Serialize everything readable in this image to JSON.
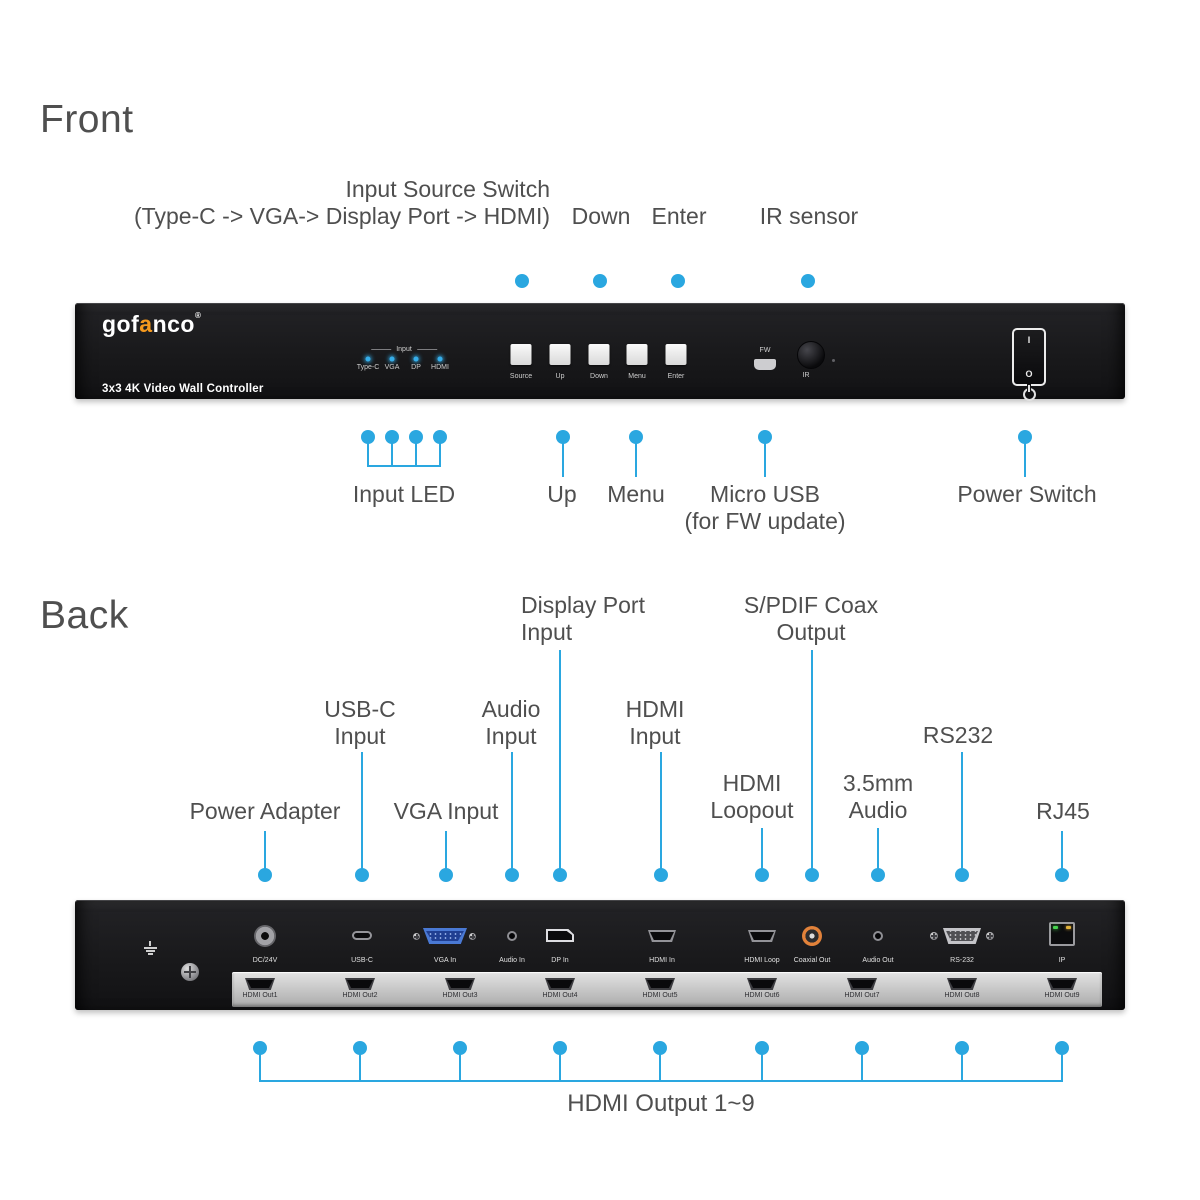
{
  "colors": {
    "accent_blue": "#2aa7e0",
    "panel_black": "#19191b",
    "logo_accent_orange": "#f5991e",
    "vga_blue": "#4a79d4",
    "coax_orange": "#e2823a",
    "led_blue": "#36aeea",
    "rj45_green": "#46d44e",
    "rj45_amber": "#e0b13a"
  },
  "front": {
    "heading": "Front",
    "callouts": {
      "input_source_switch_line1": "Input Source Switch",
      "input_source_switch_line2": "(Type-C -> VGA-> Display Port -> HDMI)",
      "down": "Down",
      "enter": "Enter",
      "ir_sensor": "IR sensor",
      "input_led": "Input LED",
      "up": "Up",
      "menu": "Menu",
      "micro_usb_line1": "Micro USB",
      "micro_usb_line2": "(for FW update)",
      "power_switch": "Power Switch"
    },
    "panel": {
      "logo_part1": "gof",
      "logo_part2": "a",
      "logo_part3": "nco",
      "logo_reg": "®",
      "model": "3x3 4K Video Wall Controller",
      "input_group_label": "Input",
      "led_labels": [
        "Type-C",
        "VGA",
        "DP",
        "HDMI"
      ],
      "buttons": [
        "Source",
        "Up",
        "Down",
        "Menu",
        "Enter"
      ],
      "fw_label": "FW",
      "ir_label": "IR",
      "switch_top": "I",
      "switch_bottom": "O"
    }
  },
  "back": {
    "heading": "Back",
    "callouts": {
      "display_port_line1": "Display Port",
      "display_port_line2": "Input",
      "spdif_line1": "S/PDIF Coax",
      "spdif_line2": "Output",
      "usbc_line1": "USB-C",
      "usbc_line2": "Input",
      "audio_in_line1": "Audio",
      "audio_in_line2": "Input",
      "hdmi_in_line1": "HDMI",
      "hdmi_in_line2": "Input",
      "rs232": "RS232",
      "power_adapter": "Power Adapter",
      "vga_input": "VGA Input",
      "hdmi_loopout_line1": "HDMI",
      "hdmi_loopout_line2": "Loopout",
      "audio_35_line1": "3.5mm",
      "audio_35_line2": "Audio",
      "rj45": "RJ45",
      "hdmi_output": "HDMI Output 1~9"
    },
    "panel": {
      "ports_top": [
        "DC/24V",
        "USB-C",
        "VGA In",
        "Audio In",
        "DP In",
        "HDMI In",
        "HDMI Loop",
        "Coaxial Out",
        "Audio Out",
        "RS-232",
        "IP"
      ],
      "ports_bottom": [
        "HDMI Out1",
        "HDMI Out2",
        "HDMI Out3",
        "HDMI Out4",
        "HDMI Out5",
        "HDMI Out6",
        "HDMI Out7",
        "HDMI Out8",
        "HDMI Out9"
      ]
    }
  }
}
